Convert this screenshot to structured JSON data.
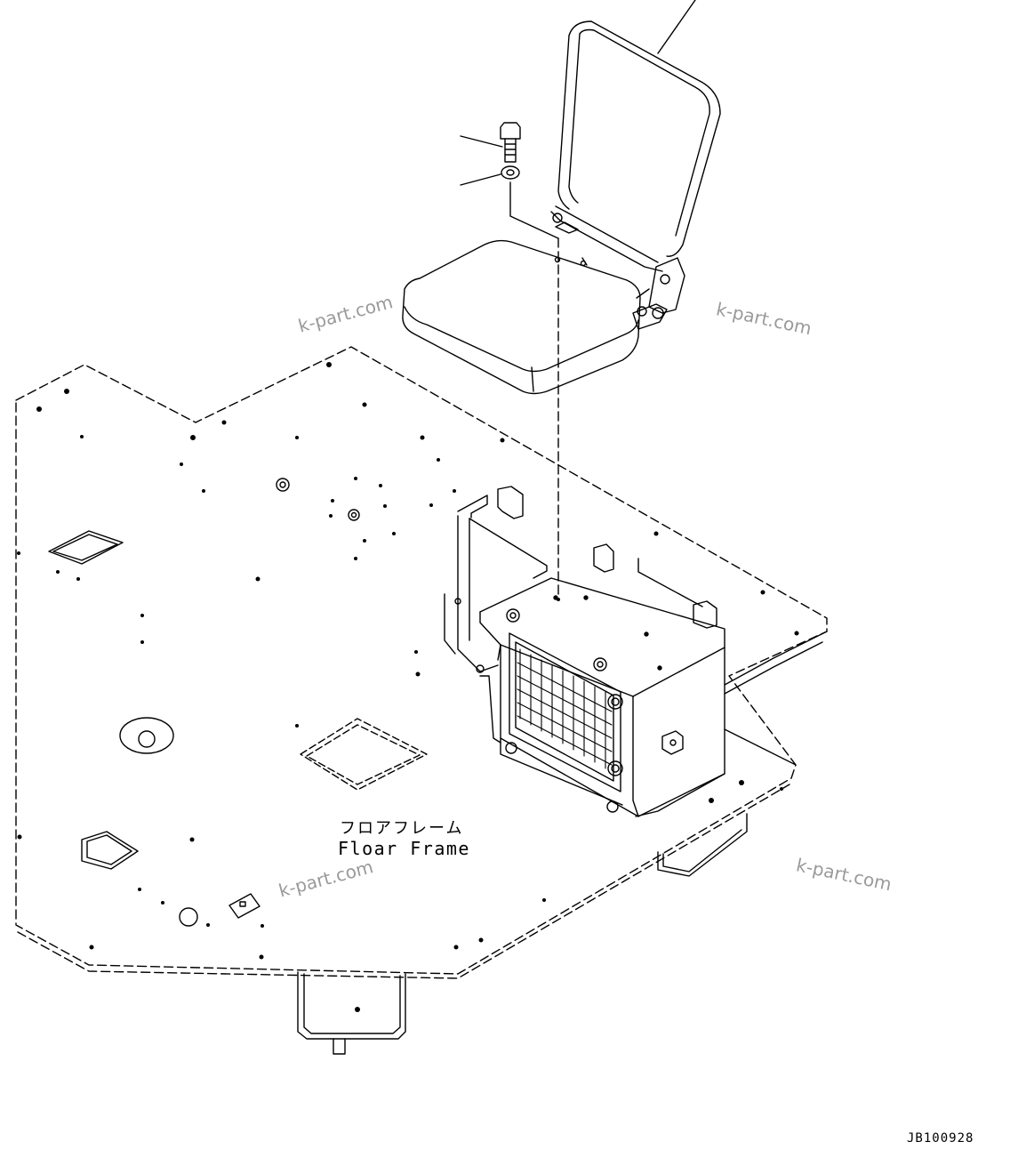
{
  "floor_frame_label": {
    "japanese": "フロアフレーム",
    "english": "Floar Frame"
  },
  "drawing_code": "JB100928",
  "watermarks": [
    "k-part.com",
    "k-part.com",
    "k-part.com",
    "k-part.com"
  ],
  "colors": {
    "line": "#000000",
    "watermark": "#9a9a9a",
    "background": "#ffffff"
  }
}
